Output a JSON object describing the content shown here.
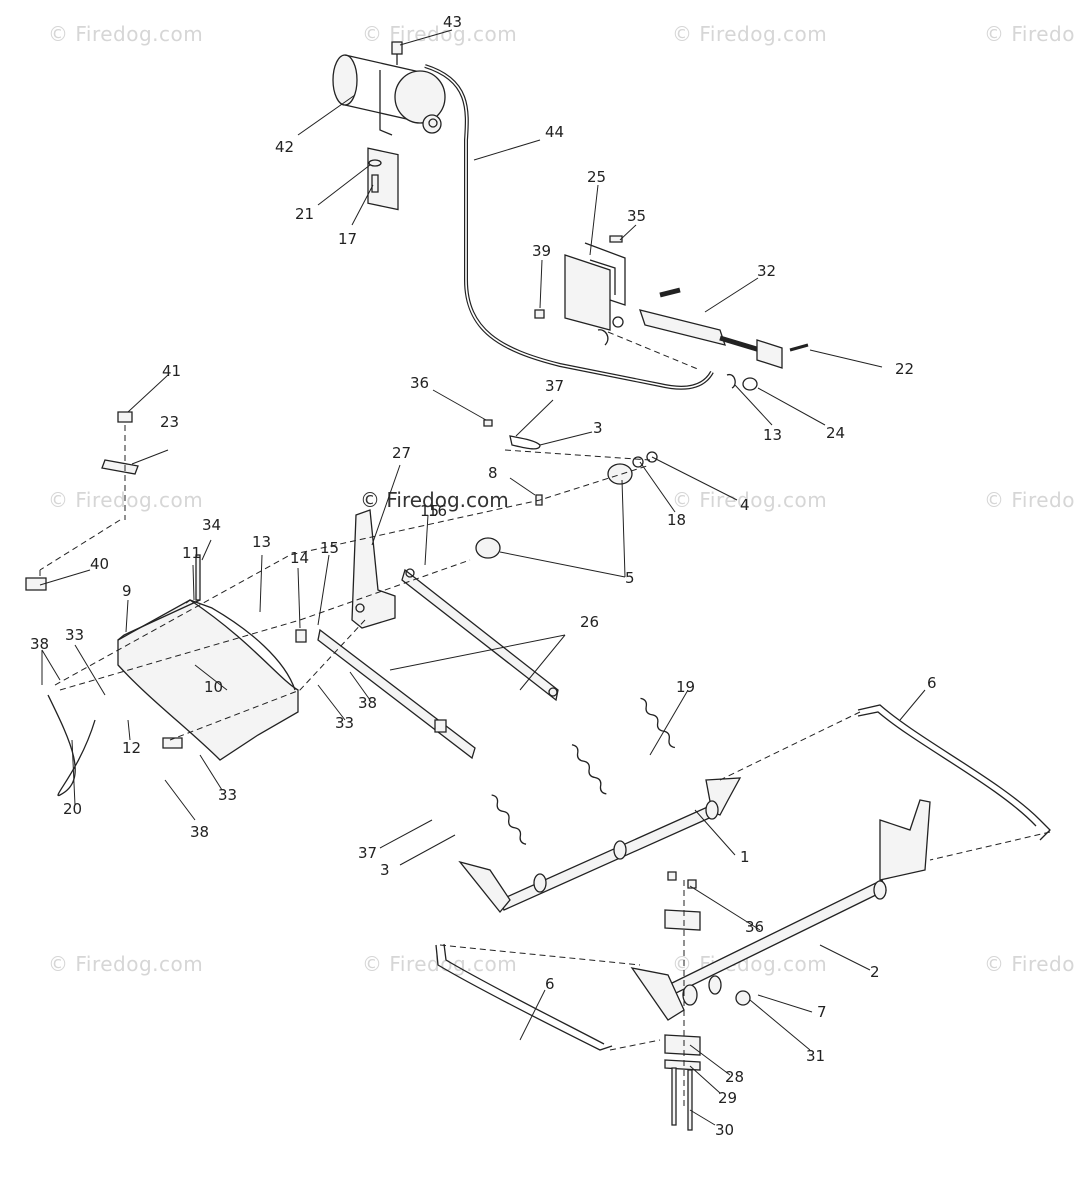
{
  "watermarks": {
    "text": "© Firedog.com",
    "edge_text": "© Firedo",
    "center_text": "© Firedog.com"
  },
  "diagram": {
    "callouts": [
      "1",
      "2",
      "3",
      "3",
      "4",
      "5",
      "6",
      "6",
      "7",
      "8",
      "9",
      "10",
      "11",
      "12",
      "13",
      "13",
      "14",
      "15",
      "15",
      "16",
      "17",
      "18",
      "19",
      "20",
      "21",
      "22",
      "23",
      "24",
      "25",
      "26",
      "27",
      "28",
      "29",
      "30",
      "31",
      "32",
      "33",
      "33",
      "33",
      "34",
      "35",
      "36",
      "36",
      "37",
      "37",
      "38",
      "38",
      "38",
      "39",
      "40",
      "41",
      "42",
      "43",
      "44"
    ]
  },
  "colors": {
    "line": "#222222",
    "watermark": "#d6d6d6",
    "background": "#ffffff"
  }
}
